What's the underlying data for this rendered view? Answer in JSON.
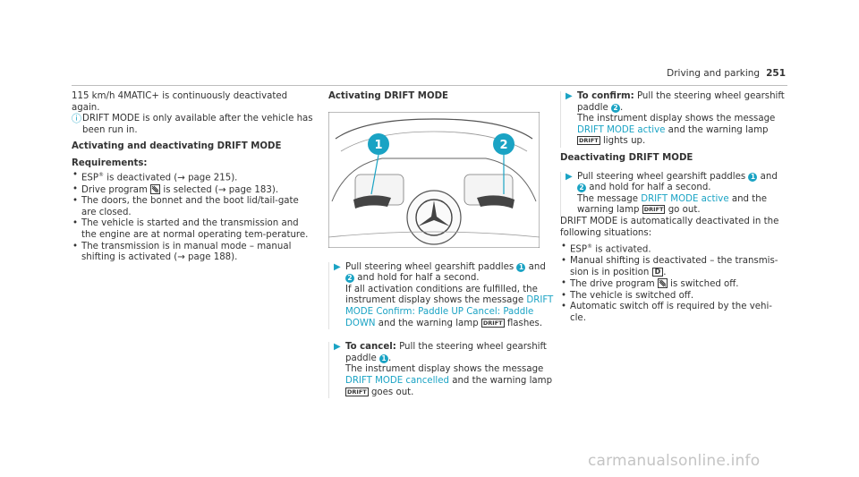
{
  "header": {
    "section": "Driving and parking",
    "page": "251"
  },
  "col1": {
    "intro": "115 km/h 4MATIC+ is continuously deactivated again.",
    "note": "DRIFT MODE is only available after the vehicle has been run in.",
    "heading": "Activating and deactivating DRIFT MODE",
    "req_heading": "Requirements:",
    "req": [
      {
        "a": "ESP",
        "sup": "®",
        "b": " is deactivated (",
        "arrow": "→",
        "c": " page 215)."
      },
      {
        "a": "Drive program ",
        "b": " is selected (",
        "arrow": "→",
        "c": " page 183)."
      },
      {
        "a": "The doors, the bonnet and the boot lid/tail-gate are closed."
      },
      {
        "a": "The vehicle is started and the transmission and the engine are at normal operating tem-perature."
      },
      {
        "a": "The transmission is in manual mode – manual shifting is activated (",
        "arrow": "→",
        "c": " page 188)."
      }
    ]
  },
  "col2": {
    "heading": "Activating DRIFT MODE",
    "illustration": {
      "label1": "1",
      "label2": "2"
    },
    "step1": {
      "arrow": "▶",
      "t1": "Pull steering wheel gearshift paddles ",
      "n1": "1",
      "t2": " and ",
      "n2": "2",
      "t3": " and hold for half a second.",
      "t4": "If all activation conditions are fulfilled, the instrument display shows the message ",
      "msg": "DRIFT MODE Confirm: Paddle UP Cancel: Paddle DOWN",
      "t5": " and the warning lamp ",
      "lamp": "DRIFT",
      "t6": " flashes."
    },
    "step2": {
      "arrow": "▶",
      "label": "To cancel:",
      "t1": " Pull the steering wheel gearshift paddle ",
      "n1": "1",
      "t2": ".",
      "t3": "The instrument display shows the message ",
      "msg": "DRIFT MODE cancelled",
      "t4": " and the warning lamp ",
      "lamp": "DRIFT",
      "t5": " goes out."
    }
  },
  "col3": {
    "step1": {
      "arrow": "▶",
      "label": "To confirm:",
      "t1": " Pull the steering wheel gearshift paddle ",
      "n1": "2",
      "t2": ".",
      "t3": "The instrument display shows the message ",
      "msg": "DRIFT MODE active",
      "t4": " and the warning lamp ",
      "lamp": "DRIFT",
      "t5": " lights up."
    },
    "heading": "Deactivating DRIFT MODE",
    "step2": {
      "arrow": "▶",
      "t1": "Pull steering wheel gearshift paddles ",
      "n1": "1",
      "t2": " and ",
      "n2": "2",
      "t3": " and hold for half a second.",
      "t4": "The message ",
      "msg": "DRIFT MODE active",
      "t5": " and the warning lamp ",
      "lamp": "DRIFT",
      "t6": " go out."
    },
    "auto": "DRIFT MODE is automatically deactivated in the following situations:",
    "list": [
      {
        "a": "ESP",
        "sup": "®",
        "b": " is activated."
      },
      {
        "a": "Manual shifting is deactivated – the transmis-sion is in position ",
        "pos": "D",
        "b": "."
      },
      {
        "a": "The drive program ",
        "b": " is switched off."
      },
      {
        "a": "The vehicle is switched off."
      },
      {
        "a": "Automatic switch off is required by the vehi-cle."
      }
    ]
  },
  "footer": {
    "watermark": "carmanualsonline.info"
  }
}
